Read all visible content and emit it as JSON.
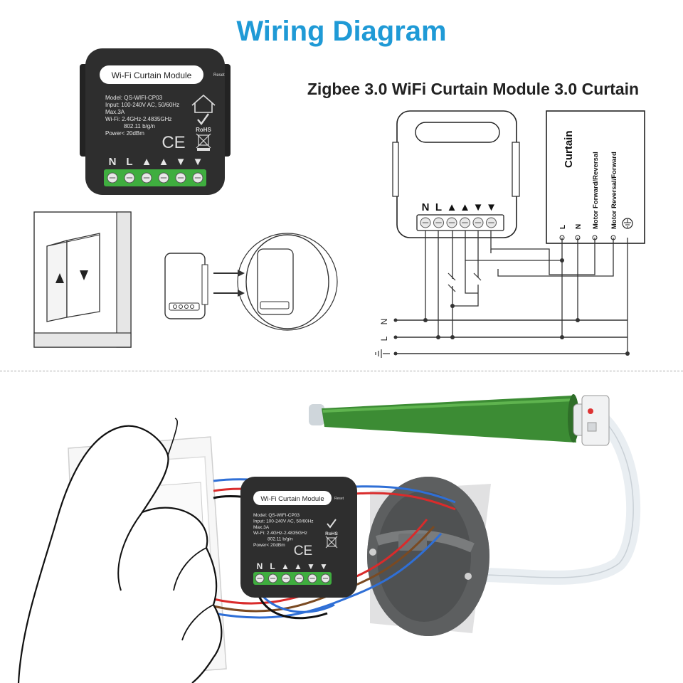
{
  "header": {
    "title": "Wiring Diagram",
    "subtitle": "Zigbee 3.0 WiFi Curtain Module 3.0 Curtain"
  },
  "module": {
    "name": "Wi-Fi Curtain Module",
    "reset_label": "Reset",
    "spec_lines": [
      "Model: QS-WIFI-CP03",
      "Input: 100-240V AC, 50/60Hz",
      "Max.3A",
      "Wi-Fi: 2.4GHz-2.4835GHz",
      "802.11 b/g/n",
      "Power< 20dBm"
    ],
    "ce_mark": "CE",
    "rohs_mark": "RoHS",
    "terminal_labels": [
      "N",
      "L",
      "▲",
      "▲",
      "▼",
      "▼"
    ]
  },
  "curtain": {
    "title": "Curtain",
    "terminals": [
      "L",
      "N",
      "Motor Forward/Reversal",
      "Motor Reversal/Forward"
    ]
  },
  "schematic": {
    "line_labels": [
      "N",
      "L"
    ]
  },
  "colors": {
    "title": "#1f9ad6",
    "module_body": "#2e2e2e",
    "terminal_green": "#3fae3f",
    "tube_green": "#3c8c34",
    "wire_red": "#d92b2b",
    "wire_blue": "#2f6fd6",
    "wire_brown": "#7a4a22"
  },
  "icons": [
    "house-icon",
    "checkmark-icon",
    "weee-bin-icon",
    "arrow-up-icon",
    "arrow-down-icon",
    "ground-icon"
  ]
}
